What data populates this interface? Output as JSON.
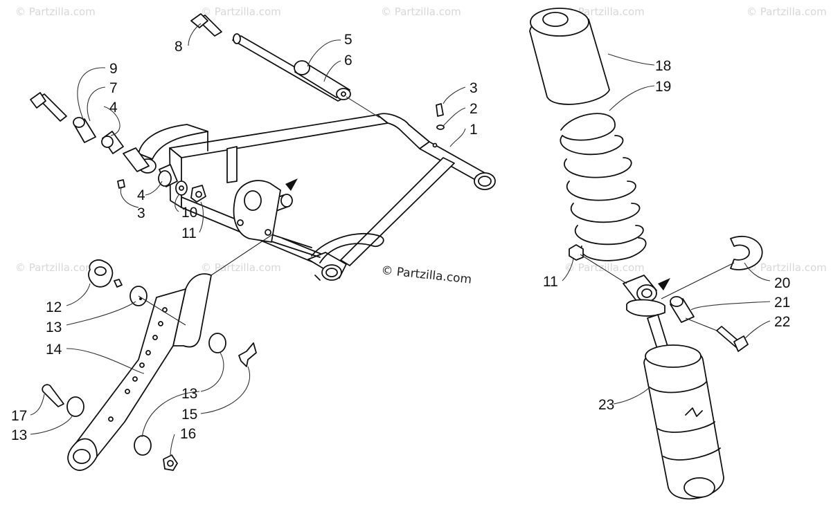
{
  "copyright": "© Partzilla.com",
  "watermark_text": "© Partzilla.com",
  "callouts": {
    "n1": "1",
    "n2": "2",
    "n3a": "3",
    "n3b": "3",
    "n4a": "4",
    "n4b": "4",
    "n5": "5",
    "n6": "6",
    "n7": "7",
    "n8": "8",
    "n9": "9",
    "n10": "10",
    "n11a": "11",
    "n11b": "11",
    "n12": "12",
    "n13a": "13",
    "n13b": "13",
    "n13c": "13",
    "n14": "14",
    "n15": "15",
    "n16": "16",
    "n17": "17",
    "n18": "18",
    "n19": "19",
    "n20": "20",
    "n21": "21",
    "n22": "22",
    "n23": "23"
  },
  "colors": {
    "ink": "#111111",
    "watermark": "#d7d7d7",
    "background": "#ffffff"
  }
}
